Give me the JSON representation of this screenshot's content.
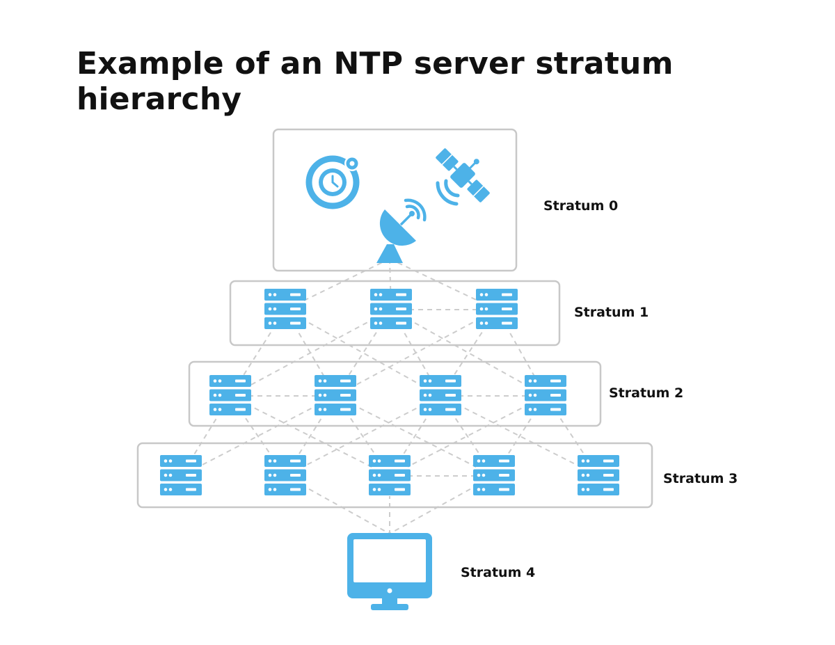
{
  "title": "Example of an NTP server stratum hierarchy",
  "accent_color": "#4db2e8",
  "frame_color": "#c8c8c8",
  "link_color": "#cccccc",
  "strata": [
    {
      "label": "Stratum 0",
      "devices": [
        "atomic-clock-icon",
        "gps-satellite-icon",
        "radio-dish-icon"
      ]
    },
    {
      "label": "Stratum 1",
      "devices": [
        "server-icon",
        "server-icon",
        "server-icon"
      ]
    },
    {
      "label": "Stratum 2",
      "devices": [
        "server-icon",
        "server-icon",
        "server-icon",
        "server-icon"
      ]
    },
    {
      "label": "Stratum 3",
      "devices": [
        "server-icon",
        "server-icon",
        "server-icon",
        "server-icon",
        "server-icon"
      ]
    },
    {
      "label": "Stratum 4",
      "devices": [
        "desktop-monitor-icon"
      ]
    }
  ]
}
